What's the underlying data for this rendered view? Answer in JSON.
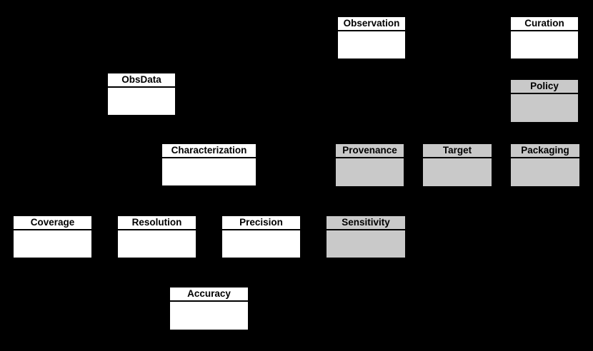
{
  "diagram": {
    "colors": {
      "background": "#000000",
      "box_fill_white": "#ffffff",
      "box_fill_gray": "#c9c9c9",
      "box_border": "#000000",
      "label_text": "#000000"
    },
    "boxes": [
      {
        "label": "Observation",
        "variant": "white"
      },
      {
        "label": "Curation",
        "variant": "white"
      },
      {
        "label": "ObsData",
        "variant": "white"
      },
      {
        "label": "Policy",
        "variant": "gray"
      },
      {
        "label": "Characterization",
        "variant": "white"
      },
      {
        "label": "Provenance",
        "variant": "gray"
      },
      {
        "label": "Target",
        "variant": "gray"
      },
      {
        "label": "Packaging",
        "variant": "gray"
      },
      {
        "label": "Coverage",
        "variant": "white"
      },
      {
        "label": "Resolution",
        "variant": "white"
      },
      {
        "label": "Precision",
        "variant": "white"
      },
      {
        "label": "Sensitivity",
        "variant": "gray"
      },
      {
        "label": "Accuracy",
        "variant": "white"
      }
    ]
  }
}
